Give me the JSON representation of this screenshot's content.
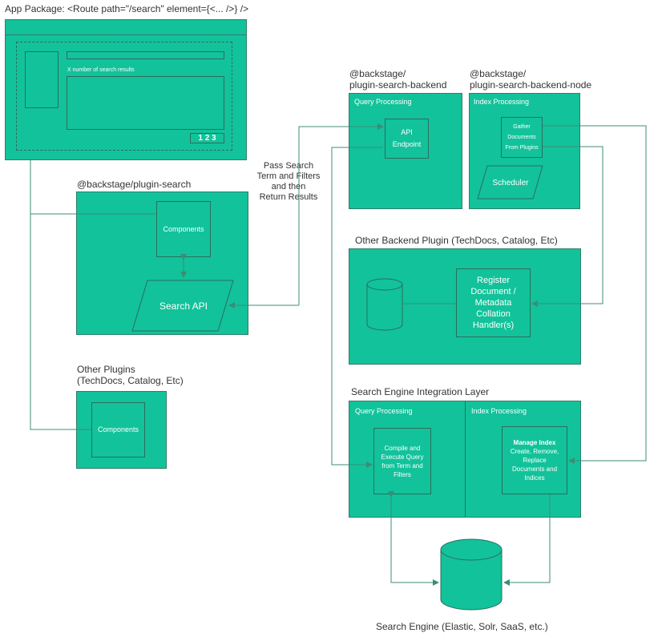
{
  "app_package": {
    "title": "App Package: <Route path=\"/search\" element={<... />} />",
    "results_text": "X number of search results",
    "pagination": "1 2 3"
  },
  "plugin_search": {
    "title": "@backstage/plugin-search",
    "components": "Components",
    "search_api": "Search API"
  },
  "other_plugins": {
    "title_line1": "Other Plugins",
    "title_line2": "(TechDocs, Catalog, Etc)",
    "components": "Components"
  },
  "pass_search": {
    "lines": [
      "Pass Search",
      "Term and Filters",
      "and then",
      "Return Results"
    ]
  },
  "search_backend": {
    "title_line1": "@backstage/",
    "title_line2": "plugin-search-backend",
    "section": "Query Processing",
    "endpoint_line1": "API",
    "endpoint_line2": "Endpoint"
  },
  "search_backend_node": {
    "title_line1": "@backstage/",
    "title_line2": "plugin-search-backend-node",
    "section": "Index Processing",
    "gather_lines": [
      "Gather",
      "Documents",
      "From Plugins"
    ],
    "scheduler": "Scheduler"
  },
  "other_backend": {
    "title": "Other Backend Plugin (TechDocs, Catalog, Etc)",
    "register_lines": [
      "Register",
      "Document /",
      "Metadata",
      "Collation",
      "Handler(s)"
    ]
  },
  "integration_layer": {
    "title": "Search Engine Integration Layer",
    "query_section": "Query Processing",
    "index_section": "Index Processing",
    "compile_lines": [
      "Compile and",
      "Execute Query",
      "from Term and",
      "Filters"
    ],
    "manage_title": "Manage Index",
    "manage_lines": [
      "Create, Remove,",
      "Replace",
      "Documents and",
      "Indices"
    ]
  },
  "search_engine": {
    "label": "Search Engine (Elastic, Solr, SaaS, etc.)"
  },
  "colors": {
    "box_fill": "#12c29a",
    "border": "#2f7f6a",
    "connector": "#3c8c78"
  }
}
